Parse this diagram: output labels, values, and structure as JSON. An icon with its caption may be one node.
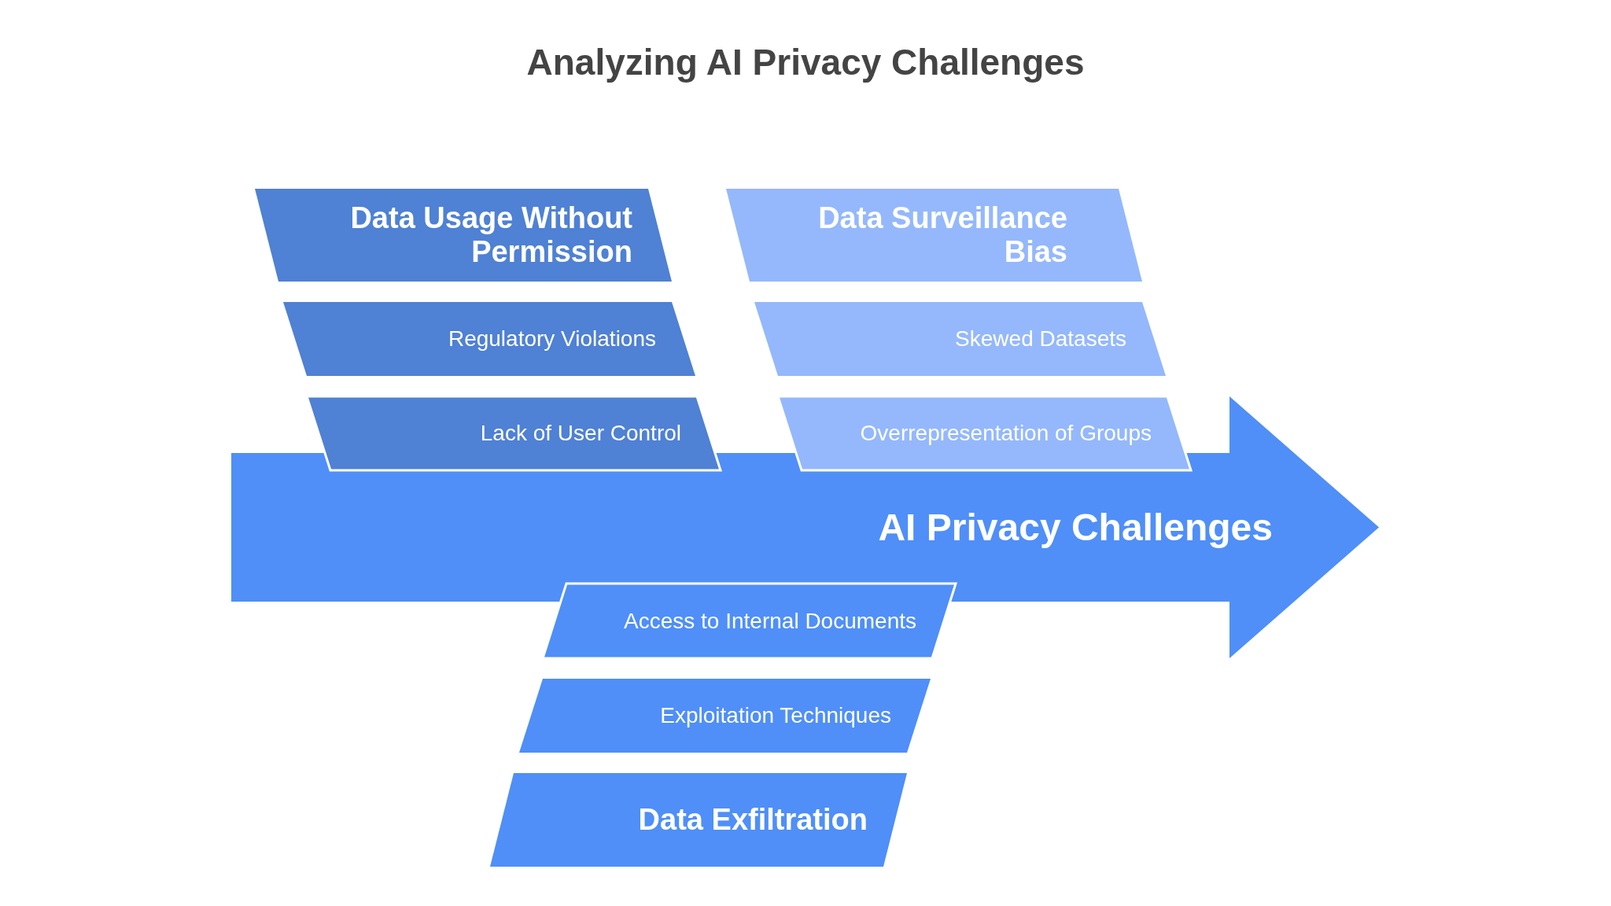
{
  "diagram": {
    "title": "Analyzing AI Privacy Challenges",
    "nodes": [
      {
        "text": [
          "AI Privacy Challenges"
        ]
      },
      {
        "text": [
          "Data Usage Without Permission"
        ]
      },
      {
        "text": [
          "Regulatory Violations"
        ]
      },
      {
        "text": [
          "Lack of User Control"
        ]
      },
      {
        "text": [
          "Data Surveillance Bias"
        ]
      },
      {
        "text": [
          "Skewed Datasets"
        ]
      },
      {
        "text": [
          "Overrepresentation of Groups"
        ]
      },
      {
        "text": [
          "Access to Internal Documents"
        ]
      },
      {
        "text": [
          "Exploitation Techniques"
        ]
      },
      {
        "text": [
          "Data Exfiltration"
        ]
      }
    ],
    "edges": []
  }
}
